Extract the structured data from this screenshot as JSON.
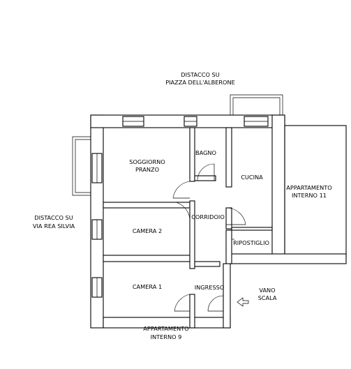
{
  "labels": {
    "distacco_top_1": "DISTACCO SU",
    "distacco_top_2": "PIAZZA DELL'ALBERONE",
    "distacco_left_1": "DISTACCO SU",
    "distacco_left_2": "VIA REA SILVIA",
    "soggiorno_1": "SOGGIORNO",
    "soggiorno_2": "PRANZO",
    "bagno": "BAGNO",
    "cucina": "CUCINA",
    "app11_1": "APPARTAMENTO",
    "app11_2": "INTERNO 11",
    "corridoio": "CORRIDOIO",
    "camera2": "CAMERA 2",
    "ripostiglio": "RIPOSTIGLIO",
    "camera1": "CAMERA 1",
    "ingresso": "INGRESSO",
    "vano_1": "VANO",
    "vano_2": "SCALA",
    "app9_1": "APPARTAMENTO",
    "app9_2": "INTERNO 9"
  },
  "icons": {
    "entrance": "entrance-arrow-icon"
  }
}
